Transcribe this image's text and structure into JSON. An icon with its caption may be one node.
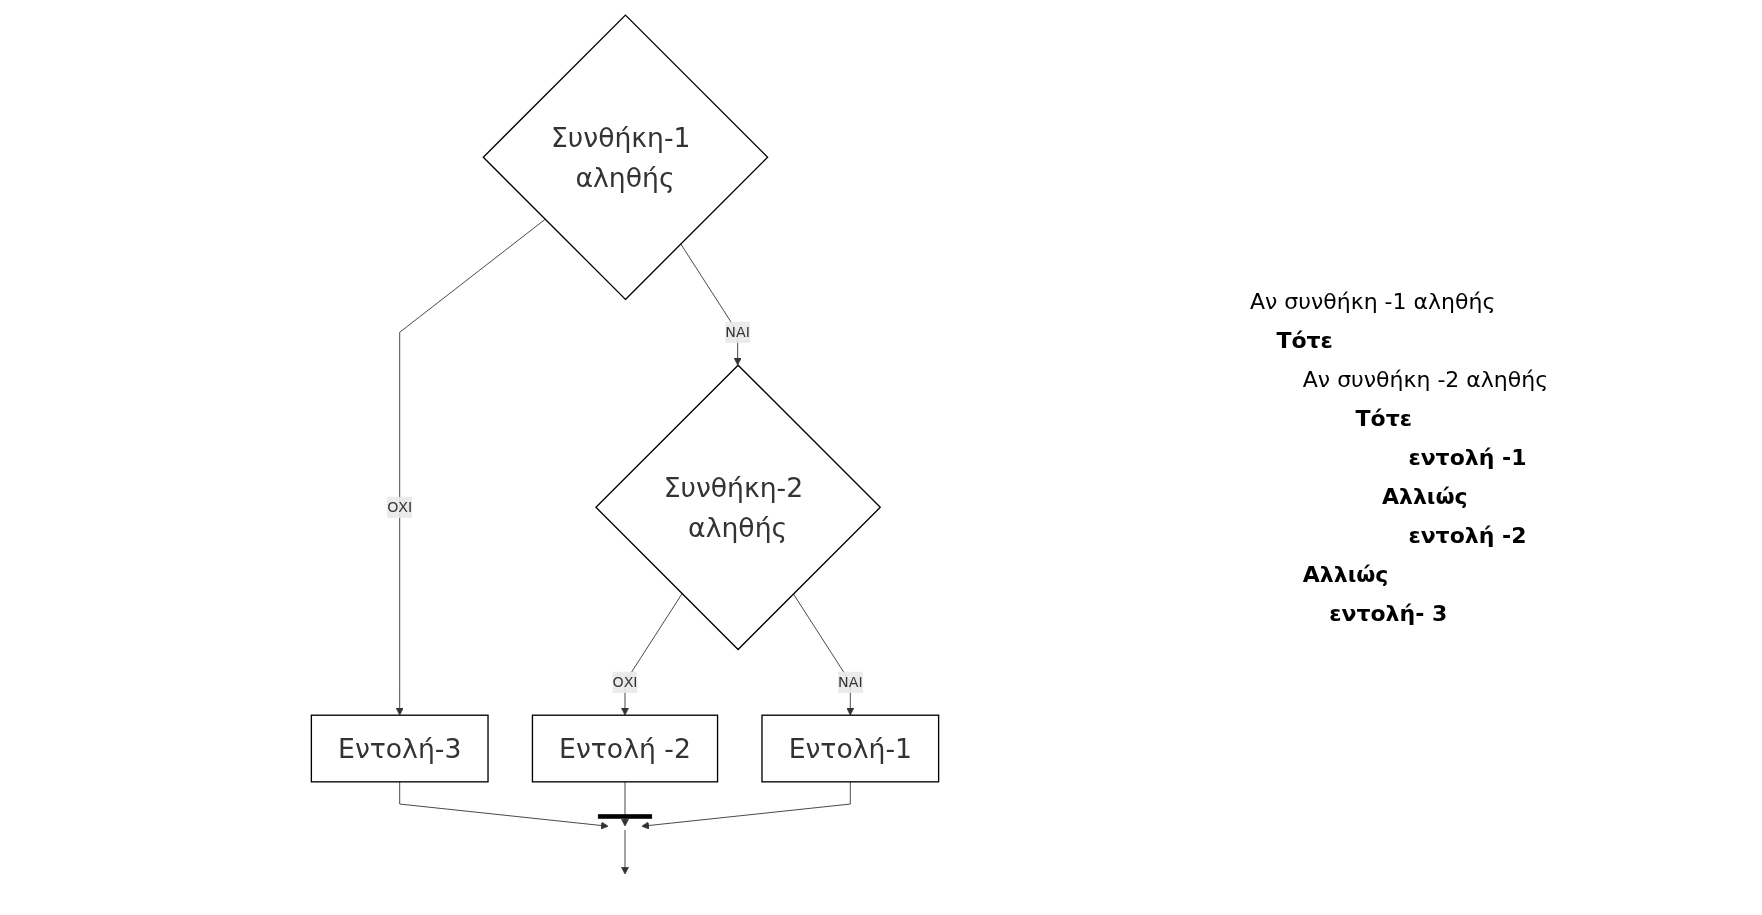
{
  "diagram": {
    "nodes": [
      {
        "text": [
          "Συνθήκη-1 αληθής"
        ]
      },
      {
        "text": [
          "Συνθήκη-2 αληθής"
        ]
      },
      {
        "text": [
          "Εντολή-3"
        ]
      },
      {
        "text": [
          "Εντολή -2"
        ]
      },
      {
        "text": [
          "Εντολή-1"
        ]
      },
      {
        "text": [],
        "shape": "bar"
      }
    ],
    "edges": [
      {
        "from": 0,
        "to": 2,
        "arrow": "to",
        "label": "ΟΧΙ"
      },
      {
        "from": 0,
        "to": 1,
        "arrow": "to",
        "label": "ΝΑΙ"
      },
      {
        "from": 1,
        "to": 3,
        "arrow": "to",
        "label": "ΟΧΙ"
      },
      {
        "from": 1,
        "to": 4,
        "arrow": "to",
        "label": "ΝΑΙ"
      },
      {
        "from": 2,
        "to": 5,
        "arrow": "to"
      },
      {
        "from": 3,
        "to": 5,
        "arrow": "to"
      },
      {
        "from": 4,
        "to": 5,
        "arrow": "to"
      },
      {
        "from": 5,
        "to": null,
        "arrow": "to"
      }
    ],
    "labels": [
      "Αν συνθήκη -1 αληθής",
      "Τότε",
      "Αν συνθήκη -2 αληθής",
      "Τότε",
      "εντολή -1",
      "Αλλιώς",
      "εντολή -2",
      "Αλλιώς",
      "εντολή- 3"
    ]
  }
}
